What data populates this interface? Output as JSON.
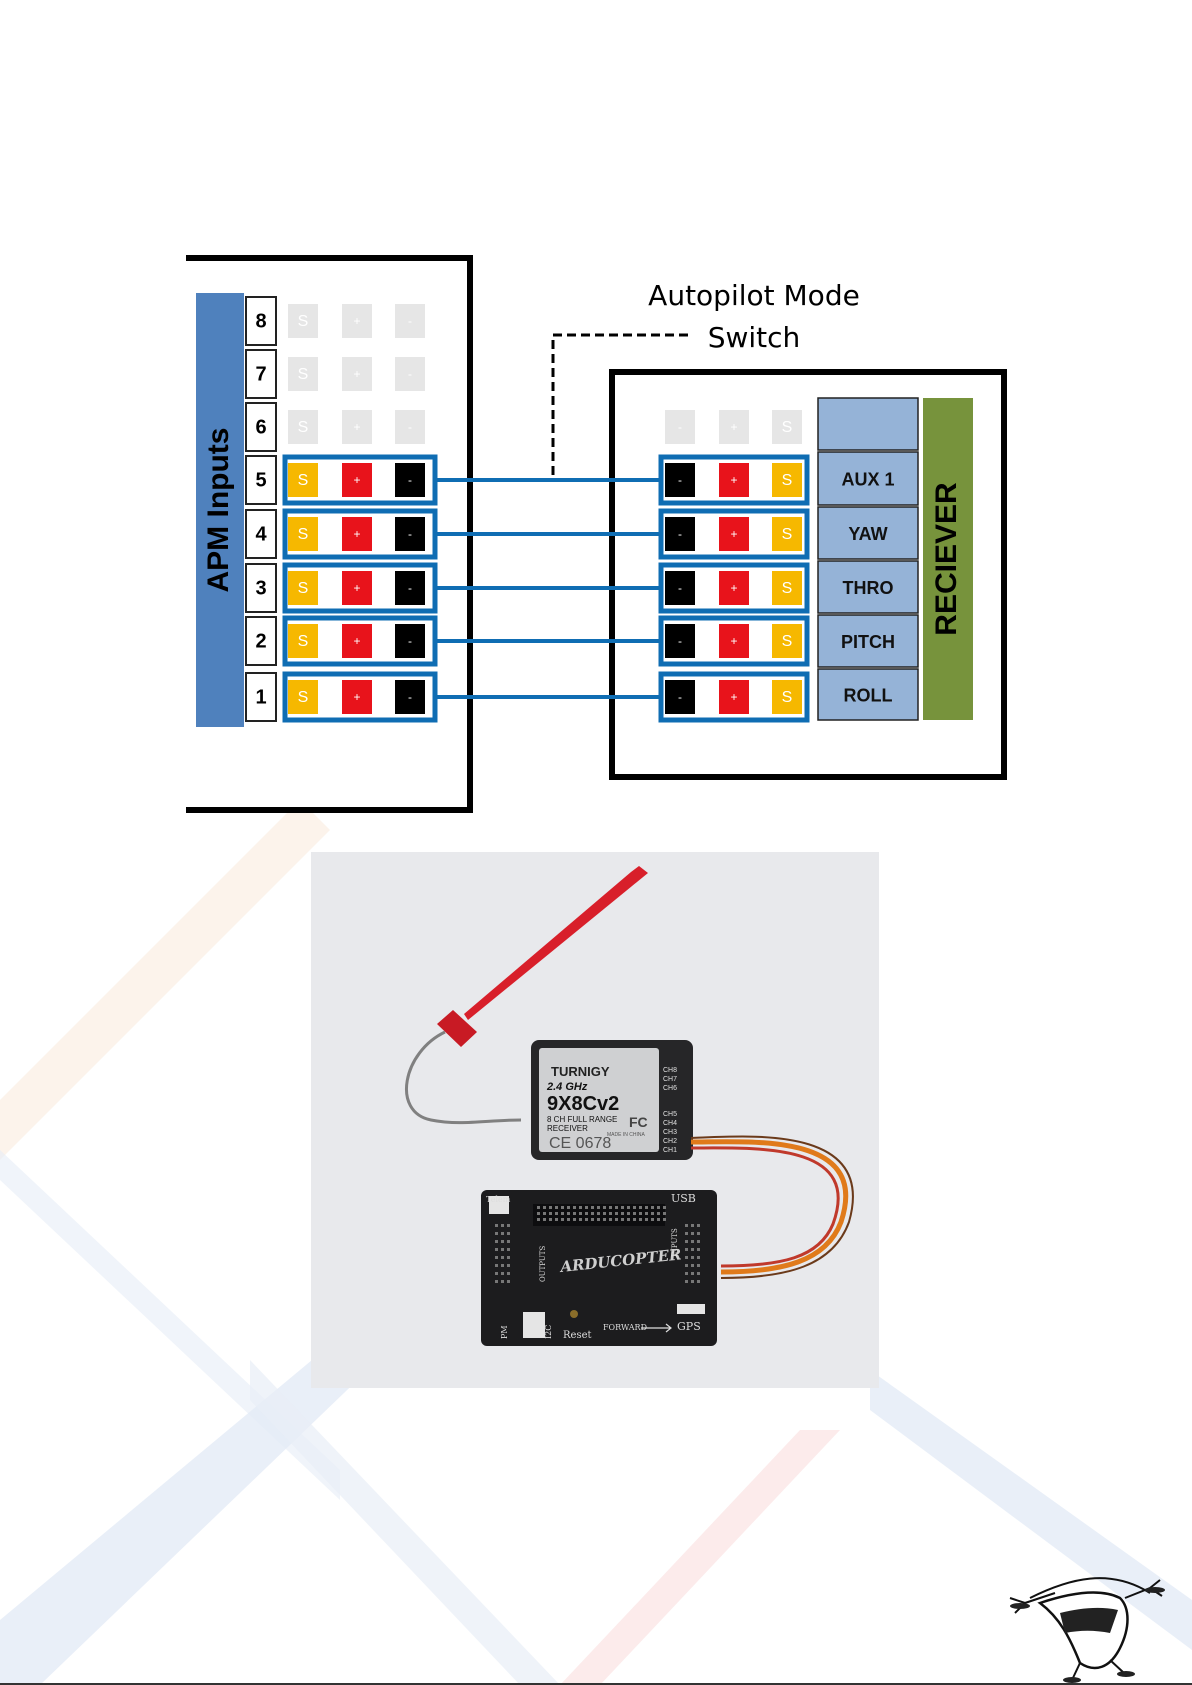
{
  "annotation": {
    "line1": "Autopilot Mode",
    "line2": "Switch"
  },
  "apm": {
    "title": "APM Inputs",
    "ports": [
      {
        "number": "8",
        "active": false
      },
      {
        "number": "7",
        "active": false
      },
      {
        "number": "6",
        "active": false
      },
      {
        "number": "5",
        "active": true
      },
      {
        "number": "4",
        "active": true
      },
      {
        "number": "3",
        "active": true
      },
      {
        "number": "2",
        "active": true
      },
      {
        "number": "1",
        "active": true
      }
    ],
    "pins": [
      "S",
      "+",
      "-"
    ]
  },
  "receiver": {
    "title": "RECIEVER",
    "pins": [
      "-",
      "+",
      "S"
    ],
    "channels": [
      "",
      "AUX 1",
      "YAW",
      "THRO",
      "PITCH",
      "ROLL"
    ]
  },
  "colors": {
    "signal": "#f6b800",
    "positive": "#e8131b",
    "negative": "#000000",
    "inactive": "#e6e6e6",
    "connector_outline": "#0f6db3",
    "apm_band": "#4f81bd",
    "receiver_band": "#77933c",
    "channel_box": "#95b3d7"
  },
  "photo": {
    "receiver_label": {
      "brand": "TURNIGY",
      "band": "2.4 GHz",
      "model": "9X8Cv2",
      "desc1": "8 CH FULL RANGE",
      "desc2": "RECEIVER",
      "cert": "CE 0678",
      "fc": "FC",
      "made": "MADE IN CHINA",
      "channels": [
        "CH8",
        "CH7",
        "CH6",
        "CH5",
        "CH4",
        "CH3",
        "CH2",
        "CH1"
      ]
    },
    "board_label": {
      "brand": "ARDUCOPTER",
      "telem": "Telem",
      "usb": "USB",
      "inputs": "INPUTS",
      "outputs": "OUTPUTS",
      "pm": "PM",
      "i2c": "I2C",
      "reset": "Reset",
      "forward": "FORWARD",
      "gps": "GPS"
    }
  }
}
